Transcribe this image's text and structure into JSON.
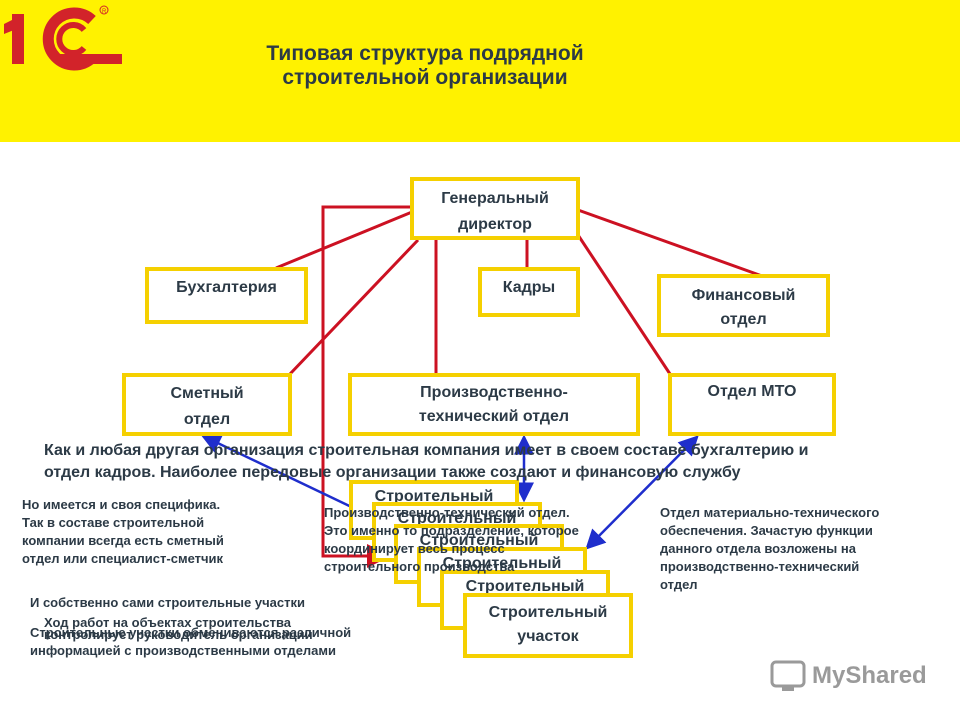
{
  "header": {
    "title_line1": "Типовая структура подрядной",
    "title_line2": "строительной организации",
    "logo_text": "1С"
  },
  "boxes": {
    "director_l1": "Генеральный",
    "director_l2": "директор",
    "accounting": "Бухгалтерия",
    "hr": "Кадры",
    "finance_l1": "Финансовый",
    "finance_l2": "отдел",
    "estimate_l1": "Сметный",
    "estimate_l2": "отдел",
    "pto_l1": "Производственно-",
    "pto_l2": "технический отдел",
    "mto": "Отдел МТО",
    "site": "Строительный",
    "site_l1": "Строительный",
    "site_l2": "участок"
  },
  "notes": {
    "main_l1": "Как и любая другая организация строительная компания имеет в своем составе бухгалтерию и",
    "main_l2": "отдел кадров. Наиболее передовые организации также создают и финансовую службу",
    "estimate_l1": "Но имеется и своя специфика.",
    "estimate_l2": "Так в составе строительной",
    "estimate_l3": "компании всегда есть сметный",
    "estimate_l4": "отдел или специалист-сметчик",
    "pto_l1": "Производственно-технический отдел.",
    "pto_l2": "Это именно то подразделение, которое",
    "pto_l3": "координирует весь процесс",
    "pto_l4": "строительного производства",
    "mto_l1": "Отдел материально-технического",
    "mto_l2": "обеспечения. Зачастую функции",
    "mto_l3": "данного отдела возложены на",
    "mto_l4": "производственно-технический",
    "mto_l5": "отдел",
    "sites_a": "И собственно сами строительные участки",
    "sites_b": "Ход работ на объектах строительства",
    "sites_c": "контролирует руководитель организации",
    "sites_d": "Строительные участки обмениваются различной",
    "sites_e": "информацией с производственными отделами"
  },
  "watermark": "MyShared",
  "colors": {
    "band": "#fff200",
    "border": "#f5d000",
    "red": "#cc1122",
    "blue": "#1f2ecc",
    "text": "#2c3a46"
  }
}
